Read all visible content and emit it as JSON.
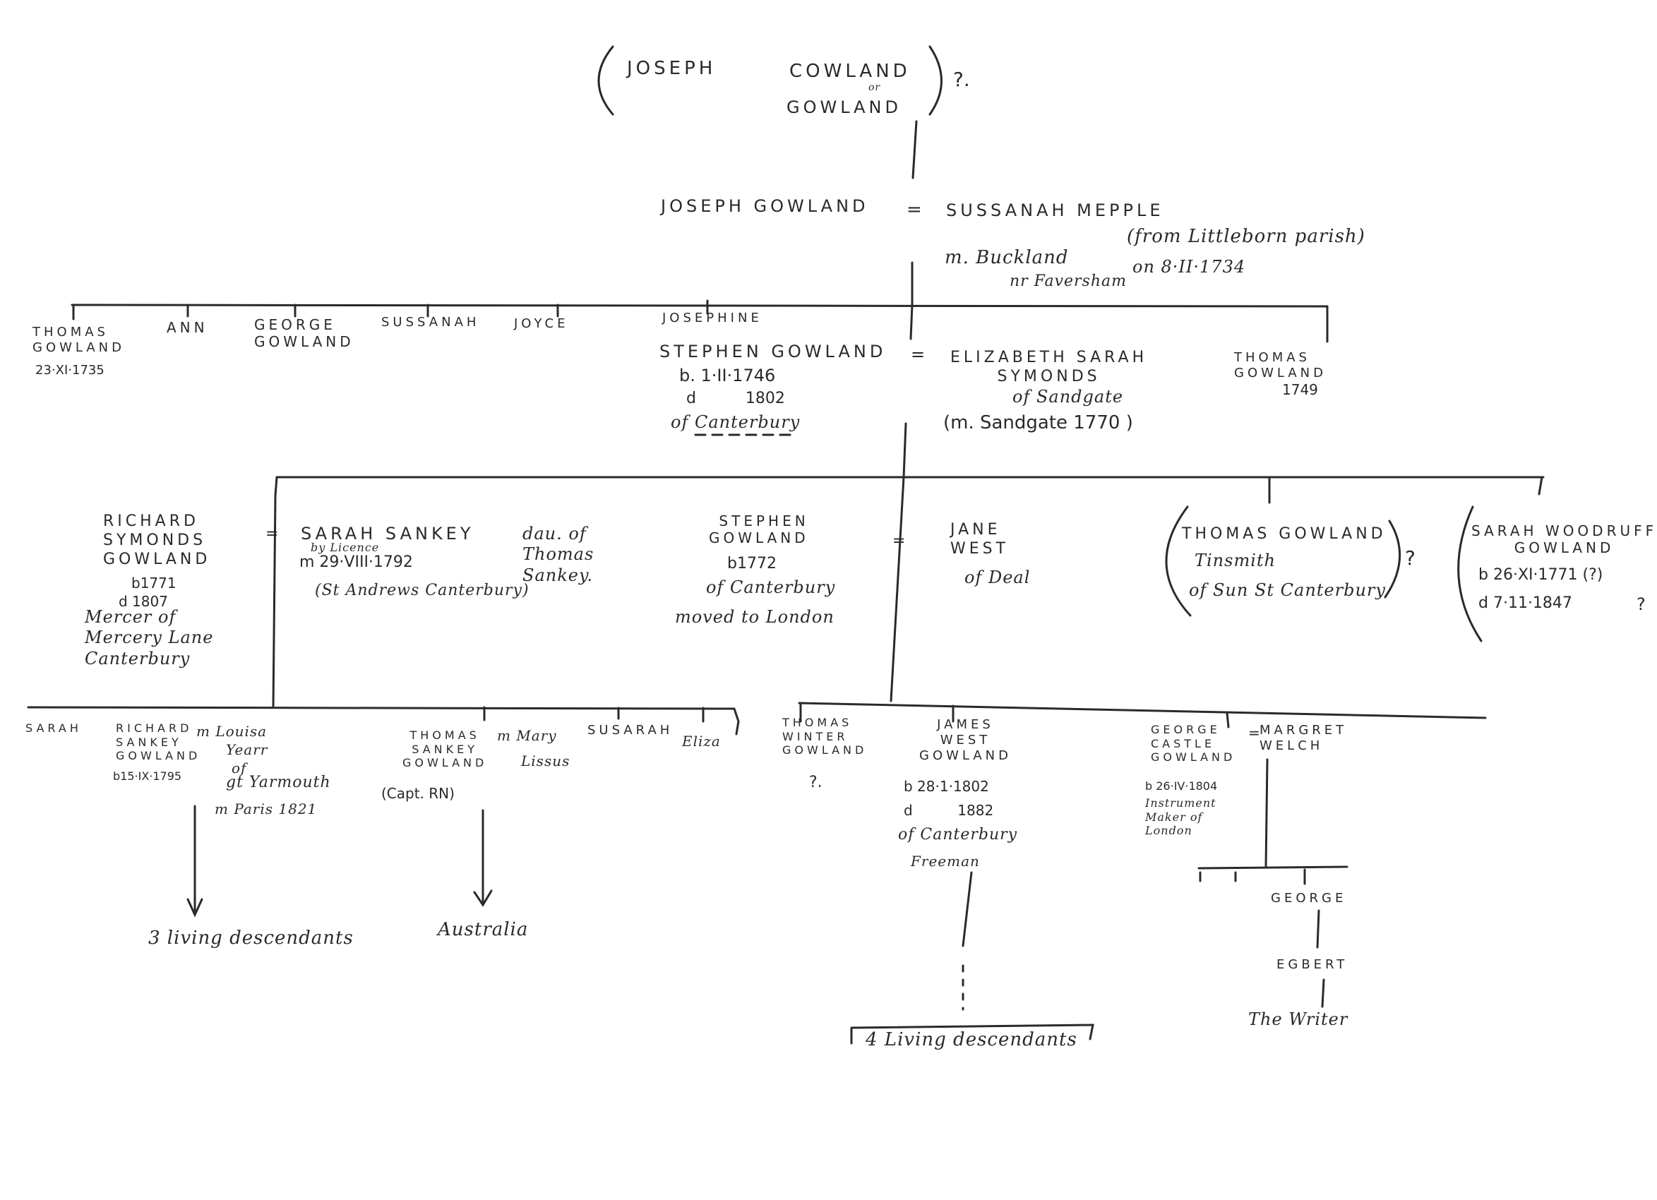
{
  "colors": {
    "ink": "#2a2a2a",
    "paper": "#ffffff"
  },
  "gen0": {
    "name1": "JOSEPH",
    "name2": "COWLAND",
    "or": "or",
    "name3": "GOWLAND",
    "query": "?."
  },
  "gen1": {
    "husband": "JOSEPH GOWLAND",
    "eq": "=",
    "wife": "SUSSANAH MEPPLE",
    "wife_note": "(from Littleborn parish)",
    "marriage_place": "m. Buckland",
    "marriage_near": "nr Faversham",
    "marriage_date": "on 8·II·1734"
  },
  "gen2": {
    "thomas_name": "THOMAS\nGOWLAND",
    "thomas_date": "23·XI·1735",
    "ann": "ANN",
    "george": "GEORGE\nGOWLAND",
    "sussanah": "SUSSANAH",
    "joyce": "JOYCE",
    "josephine": "JOSEPHINE",
    "stephen": "STEPHEN GOWLAND",
    "stephen_b": "b. 1·II·1746",
    "stephen_d": "d          1802",
    "stephen_of": "of Canterbury",
    "eq": "=",
    "elizabeth": "ELIZABETH SARAH\nSYMONDS",
    "elizabeth_of": "of Sandgate",
    "elizabeth_m": "(m. Sandgate 1770 )",
    "thomas2_name": "THOMAS\nGOWLAND",
    "thomas2_date": "1749"
  },
  "gen3": {
    "richard_name": "RICHARD\nSYMONDS\nGOWLAND",
    "richard_b": "b1771",
    "richard_d": "d 1807",
    "richard_occ": "Mercer of\nMercery Lane\nCanterbury",
    "eq1": "=",
    "sarah_sankey": "SARAH SANKEY",
    "sarah_licence": "by Licence",
    "sarah_m": "m 29·VIII·1792",
    "sarah_church": "(St Andrews Canterbury)",
    "sarah_dau": "dau. of\nThomas\nSankey.",
    "stephen_name": "STEPHEN\nGOWLAND",
    "stephen_b": "b1772",
    "stephen_of": "of Canterbury",
    "stephen_moved": "moved to London",
    "eq2": "=",
    "jane_west": "JANE\nWEST",
    "jane_of": "of Deal",
    "thomas_name": "THOMAS GOWLAND",
    "thomas_occ": "Tinsmith",
    "thomas_of": "of Sun St Canterbury",
    "thomas_q": "?",
    "sarah_w_name": "SARAH WOODRUFF\nGOWLAND",
    "sarah_w_b": "b 26·XI·1771 (?)",
    "sarah_w_d": "d 7·11·1847",
    "sarah_w_q": "?"
  },
  "gen4": {
    "sarah": "SARAH",
    "richard_name": "RICHARD\nSANKEY\nGOWLAND",
    "richard_b": "b15·IX·1795",
    "richard_m": "m Louisa",
    "richard_wife": "Yearr",
    "richard_of": "of",
    "richard_place": "gt Yarmouth",
    "richard_paris": "m Paris 1821",
    "thomas_name": "THOMAS\nSANKEY\nGOWLAND",
    "thomas_capt": "(Capt. RN)",
    "thomas_m": "m Mary",
    "thomas_wife": "Lissus",
    "susarah": "SUSARAH",
    "eliza": "Eliza",
    "thomas_w_name": "THOMAS\nWINTER\nGOWLAND",
    "thomas_w_q": "?.",
    "james_name": "JAMES\nWEST\nGOWLAND",
    "james_b": "b 28·1·1802",
    "james_d": "d          1882",
    "james_of": "of Canterbury",
    "james_occ": "Freeman",
    "george_name": "GEORGE\nCASTLE\nGOWLAND",
    "george_b": "b 26·IV·1804",
    "george_occ": "Instrument\nMaker of\nLondon",
    "eq": "=",
    "margaret": "MARGRET\nWELCH"
  },
  "descendants": {
    "richard_line": "3 living descendants",
    "thomas_line": "Australia",
    "james_line": "4 Living descendants",
    "george": "GEORGE",
    "egbert": "EGBERT",
    "writer": "The Writer"
  }
}
